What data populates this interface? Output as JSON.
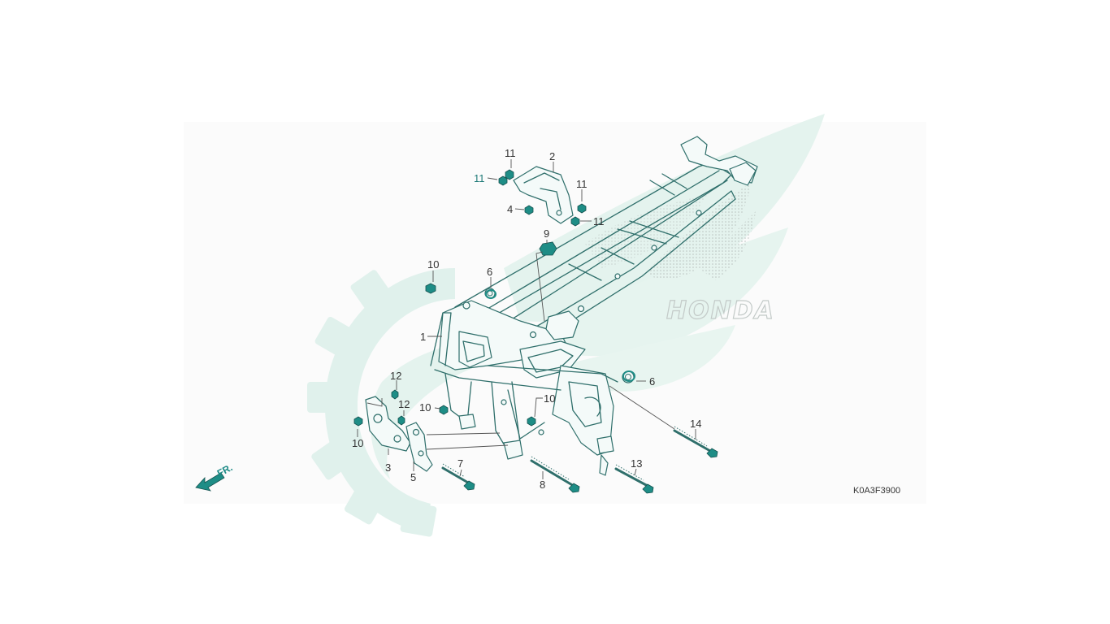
{
  "diagram": {
    "code": "K0A3F3900",
    "watermark_brand": "HONDA",
    "front_arrow_label": "FR.",
    "colors": {
      "accent": "#1e8d86",
      "watermark": "#dff0ea",
      "line": "#2f6f6b"
    },
    "callouts": [
      {
        "id": "c11a",
        "text": "11"
      },
      {
        "id": "c11b",
        "text": "11"
      },
      {
        "id": "c2",
        "text": "2"
      },
      {
        "id": "c11c",
        "text": "11"
      },
      {
        "id": "c4",
        "text": "4"
      },
      {
        "id": "c11d",
        "text": "11"
      },
      {
        "id": "c9",
        "text": "9"
      },
      {
        "id": "c10a",
        "text": "10"
      },
      {
        "id": "c6a",
        "text": "6"
      },
      {
        "id": "c1",
        "text": "1"
      },
      {
        "id": "c6b",
        "text": "6"
      },
      {
        "id": "c12a",
        "text": "12"
      },
      {
        "id": "c10b",
        "text": "10"
      },
      {
        "id": "c10c",
        "text": "10"
      },
      {
        "id": "c12b",
        "text": "12"
      },
      {
        "id": "c14",
        "text": "14"
      },
      {
        "id": "c10d",
        "text": "10"
      },
      {
        "id": "c3",
        "text": "3"
      },
      {
        "id": "c5",
        "text": "5"
      },
      {
        "id": "c7",
        "text": "7"
      },
      {
        "id": "c13",
        "text": "13"
      },
      {
        "id": "c8",
        "text": "8"
      }
    ]
  }
}
